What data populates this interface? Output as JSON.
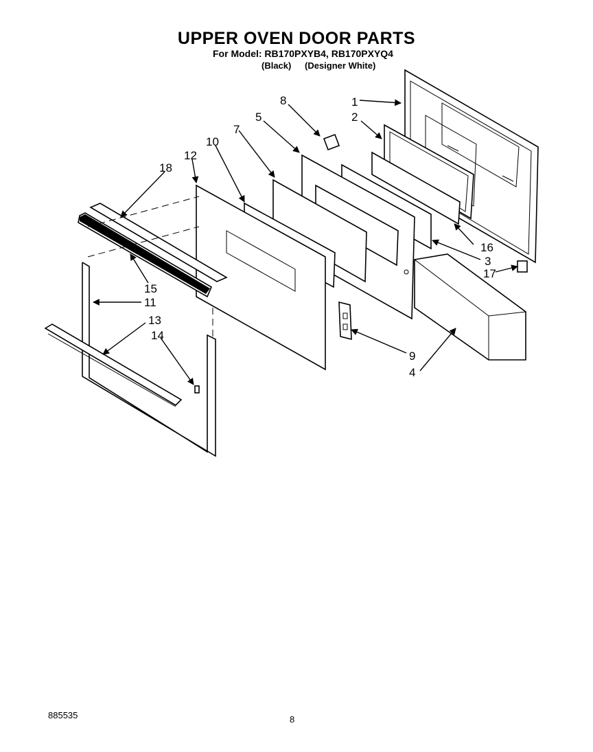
{
  "header": {
    "title": "UPPER OVEN DOOR PARTS",
    "model_line": "For Model: RB170PXYB4, RB170PXYQ4",
    "variant_black": "(Black)",
    "variant_white": "(Designer White)"
  },
  "callouts": [
    {
      "id": "c1",
      "label": "1"
    },
    {
      "id": "c2",
      "label": "2"
    },
    {
      "id": "c3",
      "label": "3"
    },
    {
      "id": "c4",
      "label": "4"
    },
    {
      "id": "c5",
      "label": "5"
    },
    {
      "id": "c7",
      "label": "7"
    },
    {
      "id": "c8",
      "label": "8"
    },
    {
      "id": "c9",
      "label": "9"
    },
    {
      "id": "c10",
      "label": "10"
    },
    {
      "id": "c11",
      "label": "11"
    },
    {
      "id": "c12",
      "label": "12"
    },
    {
      "id": "c13",
      "label": "13"
    },
    {
      "id": "c14",
      "label": "14"
    },
    {
      "id": "c15",
      "label": "15"
    },
    {
      "id": "c16",
      "label": "16"
    },
    {
      "id": "c17",
      "label": "17"
    },
    {
      "id": "c18",
      "label": "18"
    }
  ],
  "footer": {
    "code": "885535",
    "page": "8"
  }
}
